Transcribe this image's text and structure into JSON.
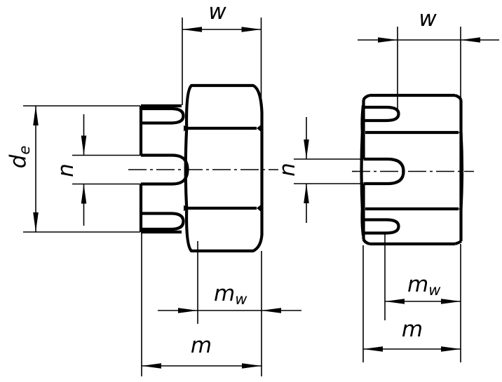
{
  "drawing": {
    "type": "technical-drawing",
    "subject": "slotted castellated hex nuts, two side views",
    "colors": {
      "background": "#ffffff",
      "line": "#000000"
    }
  },
  "left_view": {
    "labels": {
      "w": "w",
      "de_main": "d",
      "de_sub": "e",
      "n": "n",
      "mw_main": "m",
      "mw_sub": "w",
      "m": "m"
    }
  },
  "right_view": {
    "labels": {
      "w": "w",
      "n": "n",
      "mw_main": "m",
      "mw_sub": "w",
      "m": "m"
    }
  }
}
